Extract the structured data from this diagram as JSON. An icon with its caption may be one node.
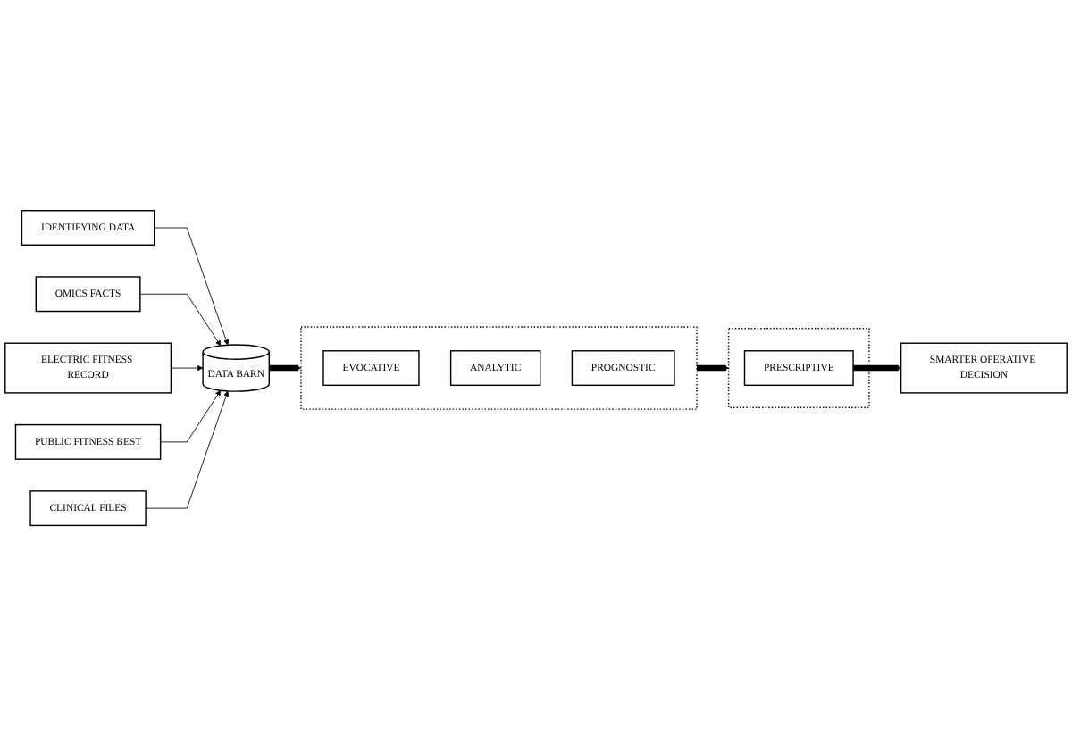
{
  "diagram": {
    "nodes": [
      {
        "text": [
          "IDENTIFYING DATA"
        ]
      },
      {
        "text": [
          "OMICS FACTS"
        ]
      },
      {
        "text": [
          "ELECTRIC FITNESS RECORD"
        ]
      },
      {
        "text": [
          "PUBLIC FITNESS BEST"
        ]
      },
      {
        "text": [
          "CLINICAL FILES"
        ]
      },
      {
        "text": [
          "DATA BARN"
        ]
      },
      {
        "text": [],
        "shape": "box"
      },
      {
        "text": [
          "EVOCATIVE"
        ],
        "in": 6
      },
      {
        "text": [
          "ANALYTIC"
        ],
        "in": 6
      },
      {
        "text": [
          "PROGNOSTIC"
        ],
        "in": 6
      },
      {
        "text": [],
        "shape": "box"
      },
      {
        "text": [
          "PRESCRIPTIVE"
        ],
        "in": 10
      },
      {
        "text": [
          "SMARTER OPERATIVE DECISION"
        ]
      }
    ],
    "edges": [
      {
        "from": 0,
        "to": 5,
        "arrow": "to"
      },
      {
        "from": 1,
        "to": 5,
        "arrow": "to"
      },
      {
        "from": 2,
        "to": 5,
        "arrow": "to"
      },
      {
        "from": 3,
        "to": 5,
        "arrow": "to"
      },
      {
        "from": 4,
        "to": 5,
        "arrow": "to"
      },
      {
        "from": 5,
        "to": 6,
        "arrow": "to",
        "style": "thick"
      },
      {
        "from": 6,
        "to": 10,
        "arrow": "to",
        "style": "thick"
      },
      {
        "from": 11,
        "to": 12,
        "arrow": "to",
        "style": "thick"
      }
    ]
  }
}
